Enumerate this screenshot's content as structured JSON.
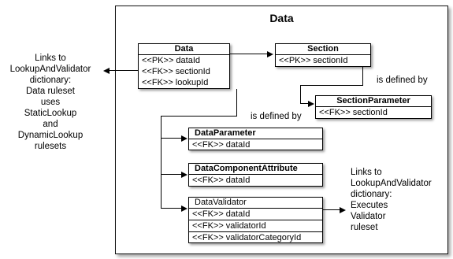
{
  "diagram": {
    "title": "Data",
    "entities": {
      "data": {
        "name": "Data",
        "rows": [
          "<<PK>> dataId",
          "<<FK>> sectionId",
          "<<FK>> lookupId"
        ]
      },
      "section": {
        "name": "Section",
        "rows": [
          "<<PK>> sectionId"
        ]
      },
      "section_parameter": {
        "name": "SectionParameter",
        "rows": [
          "<<FK>> sectionId"
        ]
      },
      "data_parameter": {
        "name": "DataParameter",
        "rows": [
          "<<FK>> dataId"
        ]
      },
      "data_component_attribute": {
        "name": "DataComponentAttribute",
        "rows": [
          "<<FK>> dataId"
        ]
      },
      "data_validator": {
        "name": "DataValidator",
        "rows": [
          "<<FK>> dataId",
          "<<FK>> validatorId",
          "<<FK>> validatorCategoryId"
        ]
      }
    },
    "relations": {
      "section_to_parameter_label": "is defined by",
      "data_to_children_label": "is defined by"
    },
    "notes": {
      "left": [
        "Links to",
        "LookupAndValidator",
        "dictionary:",
        "Data ruleset",
        "uses",
        "StaticLookup",
        "and",
        "DynamicLookup",
        "rulesets"
      ],
      "right": [
        "Links to",
        "LookupAndValidator",
        "dictionary:",
        "Executes",
        "Validator",
        "ruleset"
      ]
    }
  }
}
